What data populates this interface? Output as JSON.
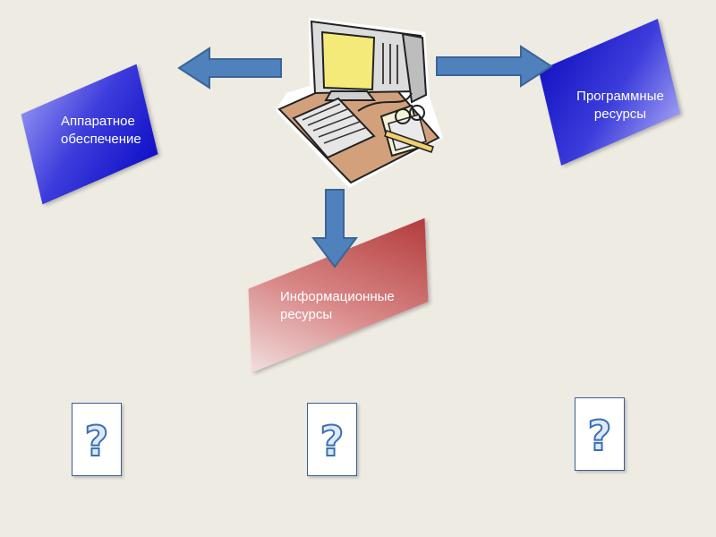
{
  "nodes": {
    "hardware": {
      "label_lines": [
        "Аппаратное",
        "обеспечение"
      ],
      "color": "#2323d0"
    },
    "software": {
      "label_lines": [
        "Программные",
        "ресурсы"
      ],
      "color": "#2323d0"
    },
    "information": {
      "label_lines": [
        "Информационные",
        "ресурсы"
      ],
      "color": "#b33c3c"
    }
  },
  "central_icon": "computer-desk-icon",
  "arrow_color": "#4f81bd",
  "question_cards": [
    "?",
    "?",
    "?"
  ]
}
